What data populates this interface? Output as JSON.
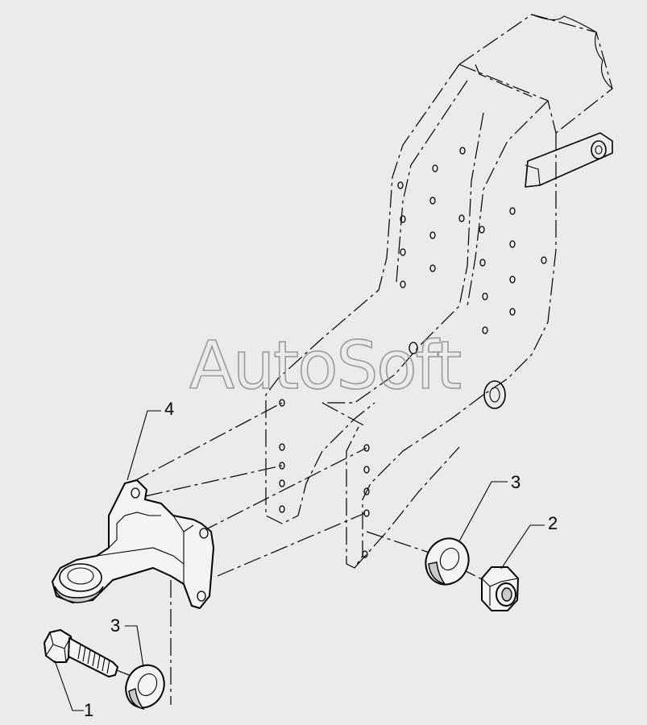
{
  "watermark": "AutoSoft",
  "callouts": [
    "1",
    "2",
    "3",
    "3",
    "4"
  ],
  "parts": {
    "bolt": "bolt-icon",
    "nut": "nut-icon",
    "washer": "washer-icon",
    "tow_eye": "tow-eye-bracket-icon",
    "frame": "frame-member-icon"
  }
}
